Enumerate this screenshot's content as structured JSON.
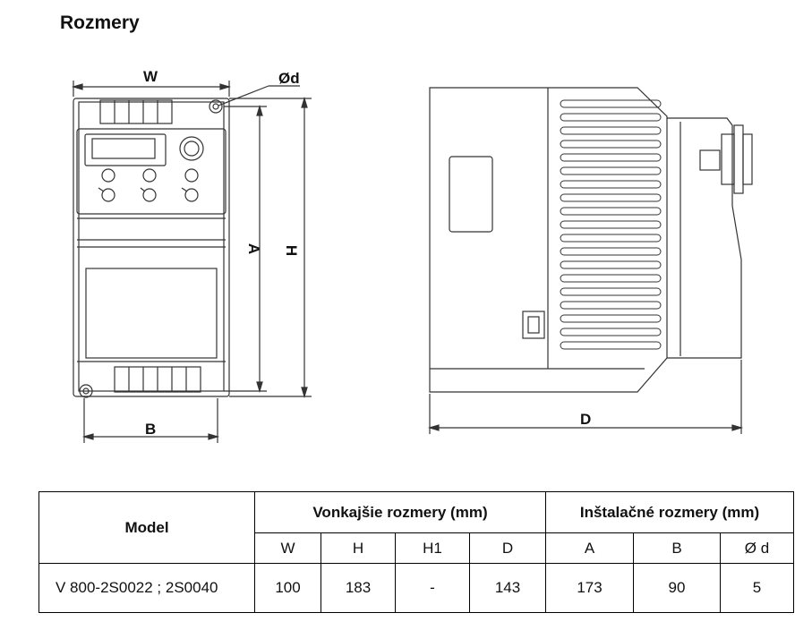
{
  "title": "Rozmery",
  "drawing": {
    "labels": {
      "w": "W",
      "d_hole": "Ød",
      "a": "A",
      "h": "H",
      "b": "B",
      "d": "D"
    }
  },
  "table": {
    "header_model": "Model",
    "group_outer": "Vonkajšie rozmery (mm)",
    "group_install": "Inštalačné rozmery (mm)",
    "columns": [
      "W",
      "H",
      "H1",
      "D",
      "A",
      "B",
      "Ø d"
    ],
    "row": {
      "model": "V 800-2S0022 ; 2S0040",
      "values": [
        "100",
        "183",
        "-",
        "143",
        "173",
        "90",
        "5"
      ]
    }
  }
}
